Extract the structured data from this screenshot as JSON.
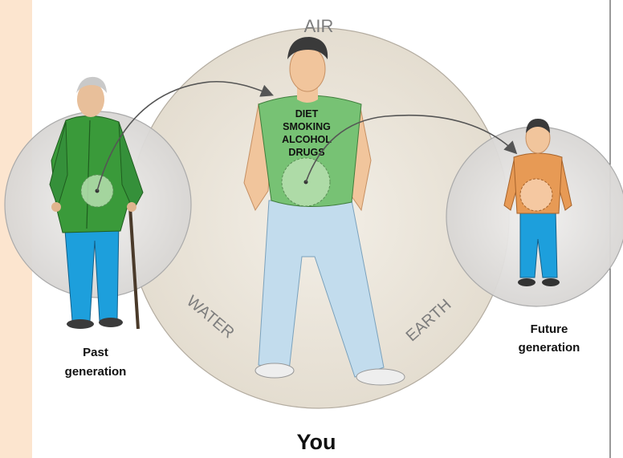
{
  "elements": {
    "air": "AIR",
    "water": "WATER",
    "earth": "EARTH"
  },
  "factors": [
    "DIET",
    "SMOKING",
    "ALCOHOL",
    "DRUGS"
  ],
  "past": {
    "line1": "Past",
    "line2": "generation"
  },
  "future": {
    "line1": "Future",
    "line2": "generation"
  },
  "you": "You",
  "colors": {
    "sidebar": "#fce5cf",
    "big_circle": "#ece6db",
    "small_circle": "#e2e1e1",
    "circle_edge": "#a8a39a",
    "label_gray": "#7d7d7d",
    "shirt_green": "#77c274",
    "coat_green": "#3a9a3a",
    "shirt_orange": "#e79a55",
    "jeans_blue": "#1d9fdc",
    "light_jeans": "#c2dced",
    "skin": "#f1c59c",
    "arrow": "#555555"
  }
}
